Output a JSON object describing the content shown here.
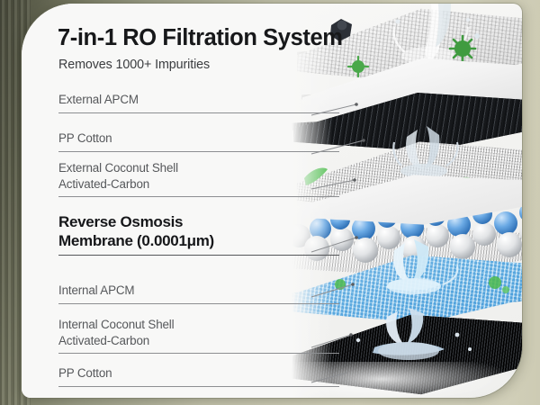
{
  "header": {
    "title": "7-in-1 RO Filtration System",
    "subtitle": "Removes 1000+ Impurities"
  },
  "layers": [
    {
      "id": "external-apcm",
      "label": "External APCM",
      "label_line2": "",
      "emphasis": false,
      "color": "#d9d9d9",
      "material": "light-mesh"
    },
    {
      "id": "pp-cotton-outer",
      "label": "PP Cotton",
      "label_line2": "",
      "emphasis": false,
      "color": "#f3f3f3",
      "material": "white-sheet"
    },
    {
      "id": "external-coconut-carbon",
      "label": "External Coconut Shell",
      "label_line2": "Activated-Carbon",
      "emphasis": false,
      "color": "#17191c",
      "material": "black-ribbed"
    },
    {
      "id": "reverse-osmosis-membrane",
      "label": "Reverse Osmosis",
      "label_line2": "Membrane (0.0001μm)",
      "emphasis": true,
      "color": "#4e92d8",
      "material": "sphere-bed"
    },
    {
      "id": "internal-apcm",
      "label": "Internal APCM",
      "label_line2": "",
      "emphasis": false,
      "color": "#7cc2ea",
      "material": "cyan-slab"
    },
    {
      "id": "internal-coconut-carbon",
      "label": "Internal Coconut Shell",
      "label_line2": "Activated-Carbon",
      "emphasis": false,
      "color": "#1a1c1f",
      "material": "dark-mesh"
    },
    {
      "id": "pp-cotton-inner",
      "label": "PP Cotton",
      "label_line2": "",
      "emphasis": false,
      "color": "#101114",
      "material": "black-mesh"
    }
  ],
  "theme": {
    "frame_color": "#5d5f4c",
    "frame_light": "#d6d4bd",
    "card_background": "#f6f6f5",
    "title_color": "#17181a",
    "label_color": "#56585b",
    "rule_color": "#8d8f92",
    "accent_blue": "#4e92d8",
    "accent_cyan": "#7cc2ea",
    "contaminant_green": "#4aa84a"
  }
}
